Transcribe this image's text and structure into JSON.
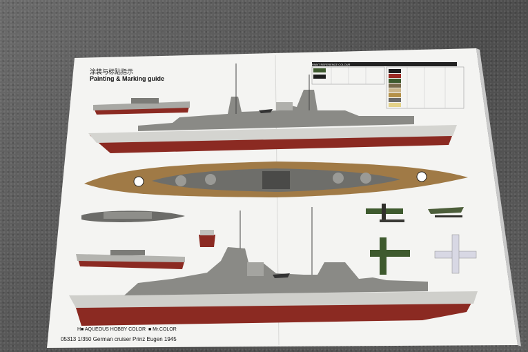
{
  "sheet": {
    "title_cn": "涂装与标贴指示",
    "title_en": "Painting & Marking guide",
    "paint_table_title": "PAINT REFERENCE COLOUR",
    "legend_hobby": "H■ AQUEOUS HOBBY COLOR",
    "legend_mr": "■ Mr.COLOR",
    "caption": "05313  1/350 German cruiser Prinz Eugen 1945"
  },
  "colors": {
    "paper": "#f4f4f2",
    "hull_red": "#8b2a22",
    "hull_grey": "#c8c8c4",
    "deck_wood": "#a07a46",
    "dark_grey": "#4a4a48",
    "carpet": "#5a5a5a",
    "swatches": [
      "#3e5a2e",
      "#1d1d1d",
      "#9a2a24",
      "#7a6a4a",
      "#c9b48a",
      "#b49048",
      "#6b6b6b",
      "#e4d28a"
    ]
  }
}
